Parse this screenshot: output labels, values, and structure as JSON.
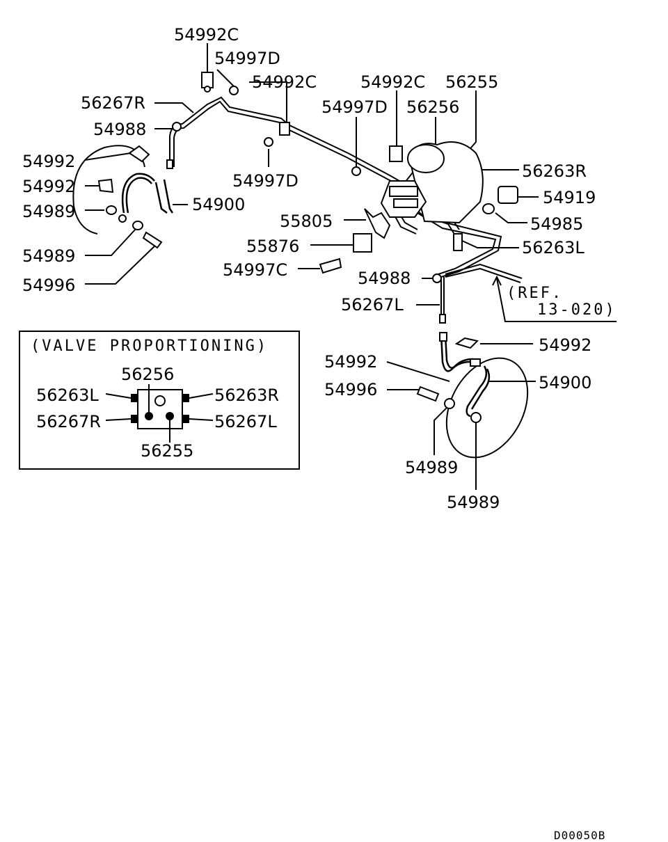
{
  "labels": {
    "p54992c_a": "54992C",
    "p54997d_a": "54997D",
    "p54992c_b": "54992C",
    "p56267r": "56267R",
    "p54988_a": "54988",
    "p54992_a": "54992",
    "p54992_b": "54992",
    "p54989_a": "54989",
    "p54900_a": "54900",
    "p54989_b": "54989",
    "p54996_a": "54996",
    "p54997d_b": "54997D",
    "p54992c_c": "54992C",
    "p54997d_c": "54997D",
    "p56255": "56255",
    "p56256": "56256",
    "p56263r": "56263R",
    "p54919": "54919",
    "p54985": "54985",
    "p55805": "55805",
    "p55876": "55876",
    "p56263l": "56263L",
    "p54997c": "54997C",
    "p54988_b": "54988",
    "p56267l": "56267L",
    "ref_a": "(REF.",
    "ref_b": "13-020)",
    "p54992_c": "54992",
    "p54992_d": "54992",
    "p54900_b": "54900",
    "p54996_b": "54996",
    "p54989_c": "54989",
    "p54989_d": "54989"
  },
  "inset": {
    "title": "(VALVE PROPORTIONING)",
    "top": "56256",
    "left_top": "56263L",
    "right_top": "56263R",
    "left_bottom": "56267R",
    "right_bottom": "56267L",
    "bottom": "56255"
  },
  "diagram_code": "D00050B"
}
